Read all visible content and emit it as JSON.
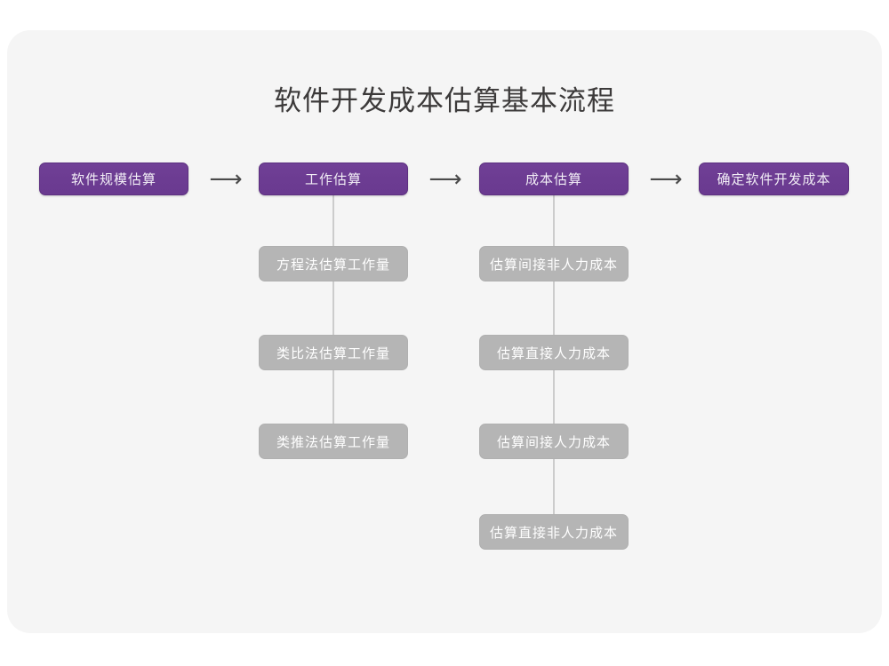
{
  "panel": {
    "background_color": "#f5f5f5",
    "page_background_color": "#ffffff"
  },
  "title": "软件开发成本估算基本流程",
  "colors": {
    "primary": "#6c3c92",
    "secondary": "#b5b5b5",
    "connector": "#cccccc",
    "title_text": "#3c3a3a",
    "node_text": "#ffffff"
  },
  "arrows": [
    {
      "glyph": "⟶",
      "name": "arrow-1"
    },
    {
      "glyph": "⟶",
      "name": "arrow-2"
    },
    {
      "glyph": "⟶",
      "name": "arrow-3"
    }
  ],
  "stages": [
    {
      "id": "stage-1",
      "label": "软件规模估算",
      "sub_steps": []
    },
    {
      "id": "stage-2",
      "label": "工作估算",
      "sub_steps": [
        "方程法估算工作量",
        "类比法估算工作量",
        "类推法估算工作量"
      ]
    },
    {
      "id": "stage-3",
      "label": "成本估算",
      "sub_steps": [
        "估算间接非人力成本",
        "估算直接人力成本",
        "估算间接人力成本",
        "估算直接非人力成本"
      ]
    },
    {
      "id": "stage-4",
      "label": "确定软件开发成本",
      "sub_steps": []
    }
  ]
}
